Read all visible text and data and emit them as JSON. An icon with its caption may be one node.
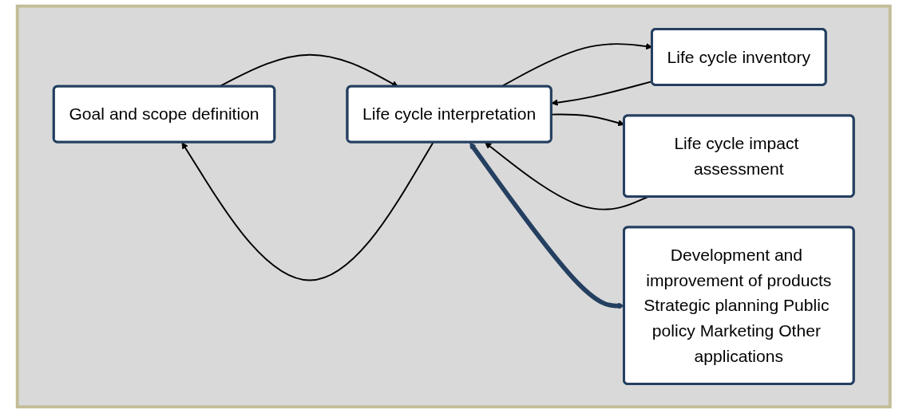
{
  "diagram": {
    "nodes": [
      {
        "text": [],
        "shape": "box"
      },
      {
        "text": [
          "Goal and scope definition"
        ],
        "in": 0
      },
      {
        "text": [
          "Life cycle inventory"
        ],
        "in": 0
      },
      {
        "text": [
          "Life cycle impact assessment"
        ],
        "in": 0
      },
      {
        "text": [
          "Life cycle interpretation"
        ],
        "in": 0
      },
      {
        "text": [
          "Development and improvement of products",
          "Strategic planning Public policy Marketing Other applications"
        ],
        "in": 0
      }
    ],
    "edges": [
      {
        "from": 1,
        "to": 4,
        "arrow": "to"
      },
      {
        "from": 4,
        "to": 1,
        "arrow": "to"
      },
      {
        "from": 2,
        "to": 4,
        "arrow": "to"
      },
      {
        "from": 4,
        "to": 2,
        "arrow": "to"
      },
      {
        "from": 3,
        "to": 4,
        "arrow": "to"
      },
      {
        "from": 4,
        "to": 3,
        "arrow": "to"
      },
      {
        "from": 4,
        "to": 5,
        "arrow": "both",
        "style": "thick",
        "color": "#243f60"
      }
    ]
  }
}
